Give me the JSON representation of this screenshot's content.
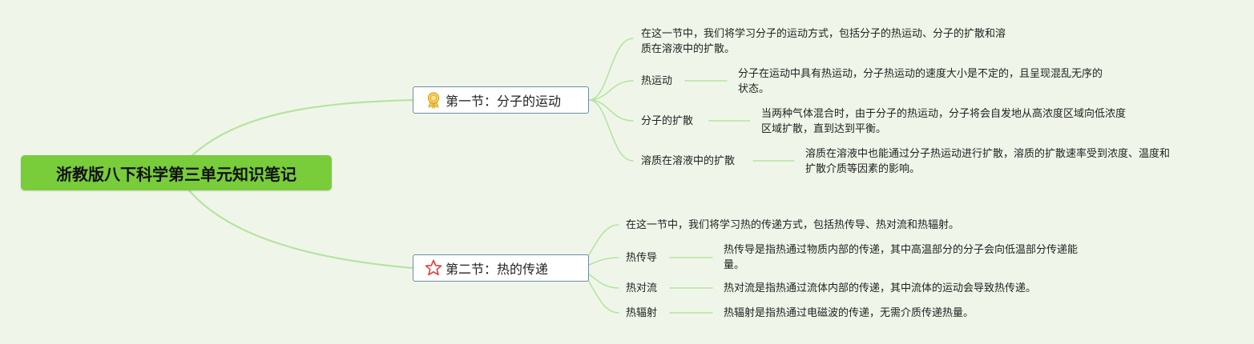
{
  "root": {
    "label": "浙教版八下科学第三单元知识笔记"
  },
  "sections": [
    {
      "title": "第一节：分子的运动",
      "icon": "award-ribbon-icon",
      "intro": [
        "在这一节中，我们将学习分子的运动方式，包括分子的热运动、分子的扩散和溶",
        "质在溶液中的扩散。"
      ],
      "items": [
        {
          "label": "热运动",
          "desc": [
            "分子在运动中具有热运动，分子热运动的速度大小是不定的，且呈现混乱无序的",
            "状态。"
          ]
        },
        {
          "label": "分子的扩散",
          "desc": [
            "当两种气体混合时，由于分子的热运动，分子将会自发地从高浓度区域向低浓度",
            "区域扩散，直到达到平衡。"
          ]
        },
        {
          "label": "溶质在溶液中的扩散",
          "desc": [
            "溶质在溶液中也能通过分子热运动进行扩散，溶质的扩散速率受到浓度、温度和",
            "扩散介质等因素的影响。"
          ]
        }
      ]
    },
    {
      "title": "第二节：热的传递",
      "icon": "star-outline-icon",
      "intro": [
        "在这一节中，我们将学习热的传递方式，包括热传导、热对流和热辐射。"
      ],
      "items": [
        {
          "label": "热传导",
          "desc": [
            "热传导是指热通过物质内部的传递，其中高温部分的分子会向低温部分传递能",
            "量。"
          ]
        },
        {
          "label": "热对流",
          "desc": [
            "热对流是指热通过流体内部的传递，其中流体的运动会导致热传递。"
          ]
        },
        {
          "label": "热辐射",
          "desc": [
            "热辐射是指热通过电磁波的传递，无需介质传递热量。"
          ]
        }
      ]
    }
  ],
  "colors": {
    "background": "#eff6e9",
    "root_fill": "#79cc3a",
    "branch_line": "#b7e3a0",
    "topic_border": "#6f8aa6",
    "icon_gold": "#e6b21f",
    "icon_red": "#e23b3b"
  }
}
